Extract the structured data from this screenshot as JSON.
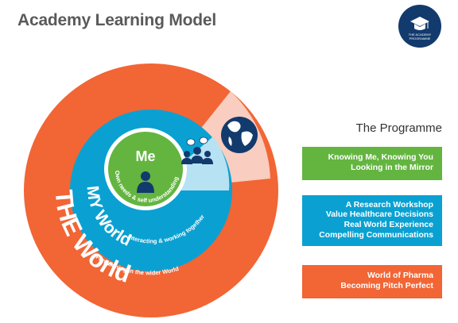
{
  "title": "Academy Learning Model",
  "logo": {
    "icon": "graduation-cap-icon",
    "line1": "THE ACADEMY",
    "line2": "PROGRAMME"
  },
  "diagram": {
    "outer_label": "THE World",
    "outer_sublabel": "Functioning in the wider World",
    "middle_label": "MY World",
    "middle_sublabel": "Interacting & working together",
    "inner_label": "Me",
    "inner_sublabel": "Own needs & self understanding",
    "icons": [
      "person-icon",
      "group-speech-icon",
      "globe-icon"
    ]
  },
  "programme": {
    "heading": "The Programme",
    "green": [
      "Knowing Me, Knowing You",
      "Looking in the Mirror"
    ],
    "blue": [
      "A Research Workshop",
      "Value Healthcare Decisions",
      "Real World Experience",
      "Compelling Communications"
    ],
    "orange": [
      "World of Pharma",
      "Becoming Pitch Perfect"
    ]
  },
  "colors": {
    "orange": "#f26535",
    "blue": "#0aa1d2",
    "green": "#63b540",
    "navy": "#123a6d",
    "peach": "#f9cdbf",
    "light_blue": "#b7e2f4",
    "title_grey": "#5a5a5a"
  }
}
